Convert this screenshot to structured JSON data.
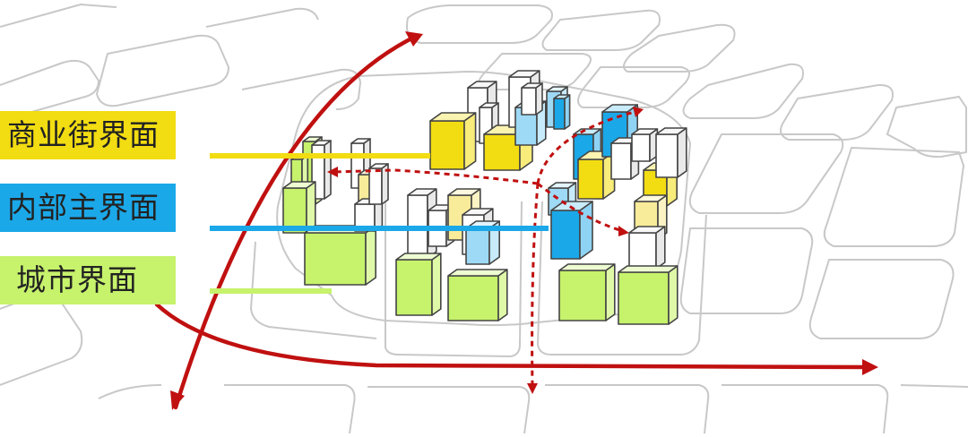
{
  "legend": [
    {
      "label": "商业街界面",
      "color": "#f2dc12"
    },
    {
      "label": "内部主界面",
      "color": "#1ba8e8"
    },
    {
      "label": "城市界面",
      "color": "#c6f26c"
    }
  ],
  "colors": {
    "road_outline": "#c8c8c8",
    "site_fill": "#f4f4f4",
    "building_edge": "#444444",
    "primary_arrow": "#c01010",
    "secondary_arrow": "#c01010",
    "commercial_face": "#f2dc12",
    "commercial_side": "#f8ec7a",
    "internal_face": "#1ba8e8",
    "internal_side": "#8fd3f4",
    "city_face": "#c6f26c",
    "city_side": "#dff9a8"
  },
  "icons": {
    "primary_arrow": "solid-red-arrow",
    "secondary_arrow": "dashed-red-arrow"
  }
}
